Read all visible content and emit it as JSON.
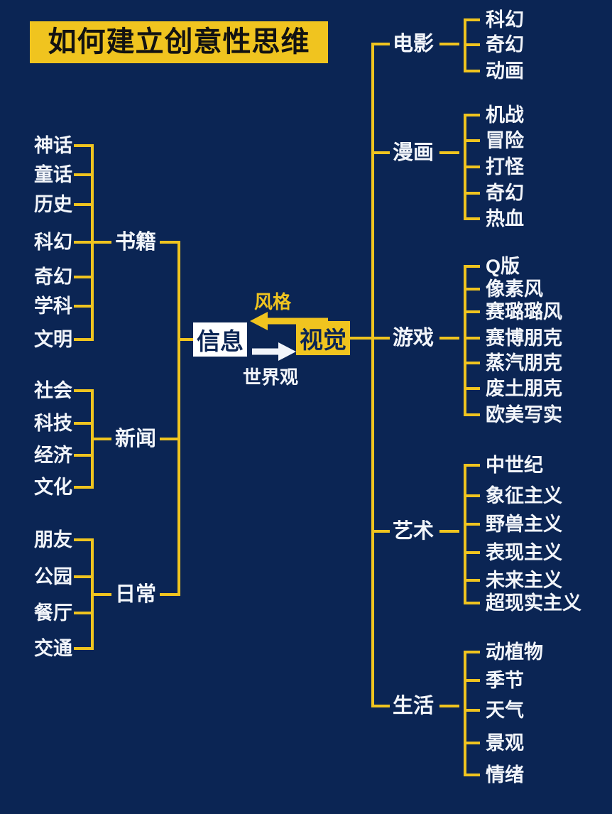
{
  "title": "如何建立创意性思维",
  "colors": {
    "background": "#0b2554",
    "accent_yellow": "#f0c41f",
    "text_white": "#f2f5fa",
    "node_dark_text": "#0b2554",
    "info_box_bg": "#ffffff",
    "title_text": "#121212"
  },
  "center": {
    "left_node": "信息",
    "right_node": "视觉",
    "top_arrow_label": "风格",
    "bottom_arrow_label": "世界观"
  },
  "left_branches": [
    {
      "label": "书籍",
      "leaves": [
        "神话",
        "童话",
        "历史",
        "科幻",
        "奇幻",
        "学科",
        "文明"
      ]
    },
    {
      "label": "新闻",
      "leaves": [
        "社会",
        "科技",
        "经济",
        "文化"
      ]
    },
    {
      "label": "日常",
      "leaves": [
        "朋友",
        "公园",
        "餐厅",
        "交通"
      ]
    }
  ],
  "right_branches": [
    {
      "label": "电影",
      "leaves": [
        "科幻",
        "奇幻",
        "动画"
      ]
    },
    {
      "label": "漫画",
      "leaves": [
        "机战",
        "冒险",
        "打怪",
        "奇幻",
        "热血"
      ]
    },
    {
      "label": "游戏",
      "leaves": [
        "Q版",
        "像素风",
        "赛璐璐风",
        "赛博朋克",
        "蒸汽朋克",
        "废土朋克",
        "欧美写实"
      ]
    },
    {
      "label": "艺术",
      "leaves": [
        "中世纪",
        "象征主义",
        "野兽主义",
        "表现主义",
        "未来主义",
        "超现实主义"
      ]
    },
    {
      "label": "生活",
      "leaves": [
        "动植物",
        "季节",
        "天气",
        "景观",
        "情绪"
      ]
    }
  ]
}
